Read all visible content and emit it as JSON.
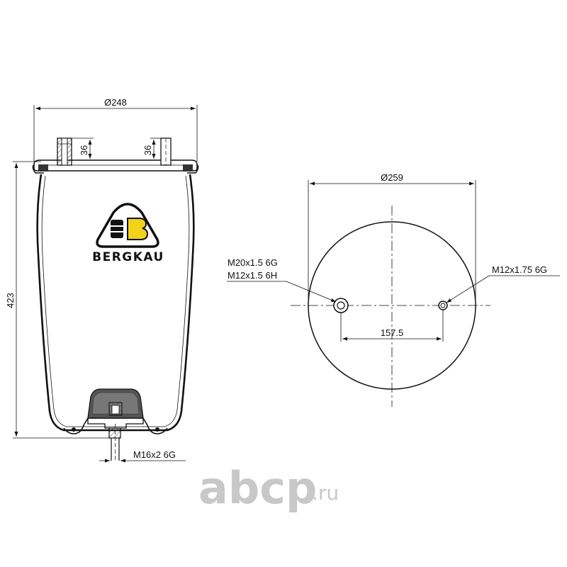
{
  "side_view": {
    "diameter_label": "Ø248",
    "height_label": "423",
    "left_stud_label": "36",
    "right_stud_label": "36",
    "bottom_thread_label": "M16x2 6G"
  },
  "top_view": {
    "diameter_label": "Ø259",
    "left_hole_label_1": "M20x1.5 6G",
    "left_hole_label_2": "M12x1.5 6H",
    "right_hole_label": "M12x1.75 6G",
    "hole_spacing_label": "157.5"
  },
  "brand": {
    "name": "BERGKAU",
    "logo_letter": "B",
    "logo_color": "#f2d21b"
  },
  "watermark": {
    "name": "abcp",
    "suffix": ".ru",
    "color": "#c8c8c8"
  }
}
